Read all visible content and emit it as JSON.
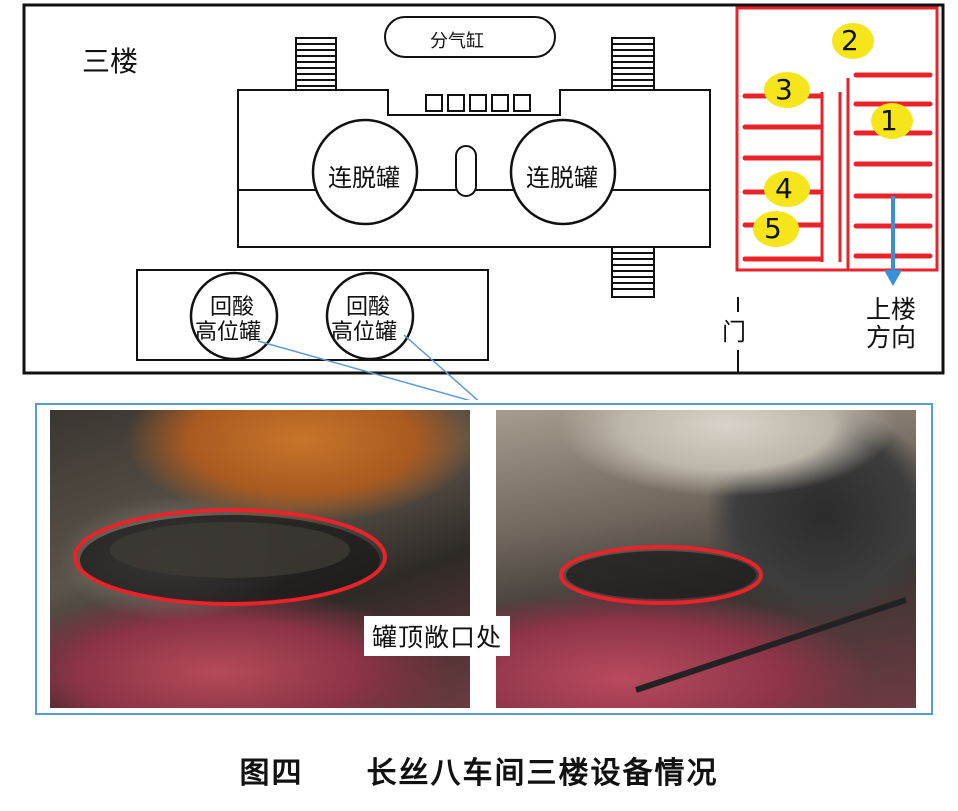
{
  "floor_plan": {
    "floor_label": "三楼",
    "manifold_label": "分气缸",
    "tank_left_label": "连脱罐",
    "tank_right_label": "连脱罐",
    "return_tank_1": [
      "回酸",
      "高位罐"
    ],
    "return_tank_2": [
      "回酸",
      "高位罐"
    ],
    "door_label": "门",
    "stairs_label": [
      "上楼",
      "方向"
    ],
    "markers": [
      "1",
      "2",
      "3",
      "4",
      "5"
    ],
    "colors": {
      "red_zone": "#e8232a",
      "marker_fill": "#f6e51b",
      "arrow": "#3a8fd8",
      "inset_border": "#5b9bd5"
    }
  },
  "photos": {
    "label": "罐顶敞口处"
  },
  "caption": {
    "figure_no": "图四",
    "title": "长丝八车间三楼设备情况"
  }
}
